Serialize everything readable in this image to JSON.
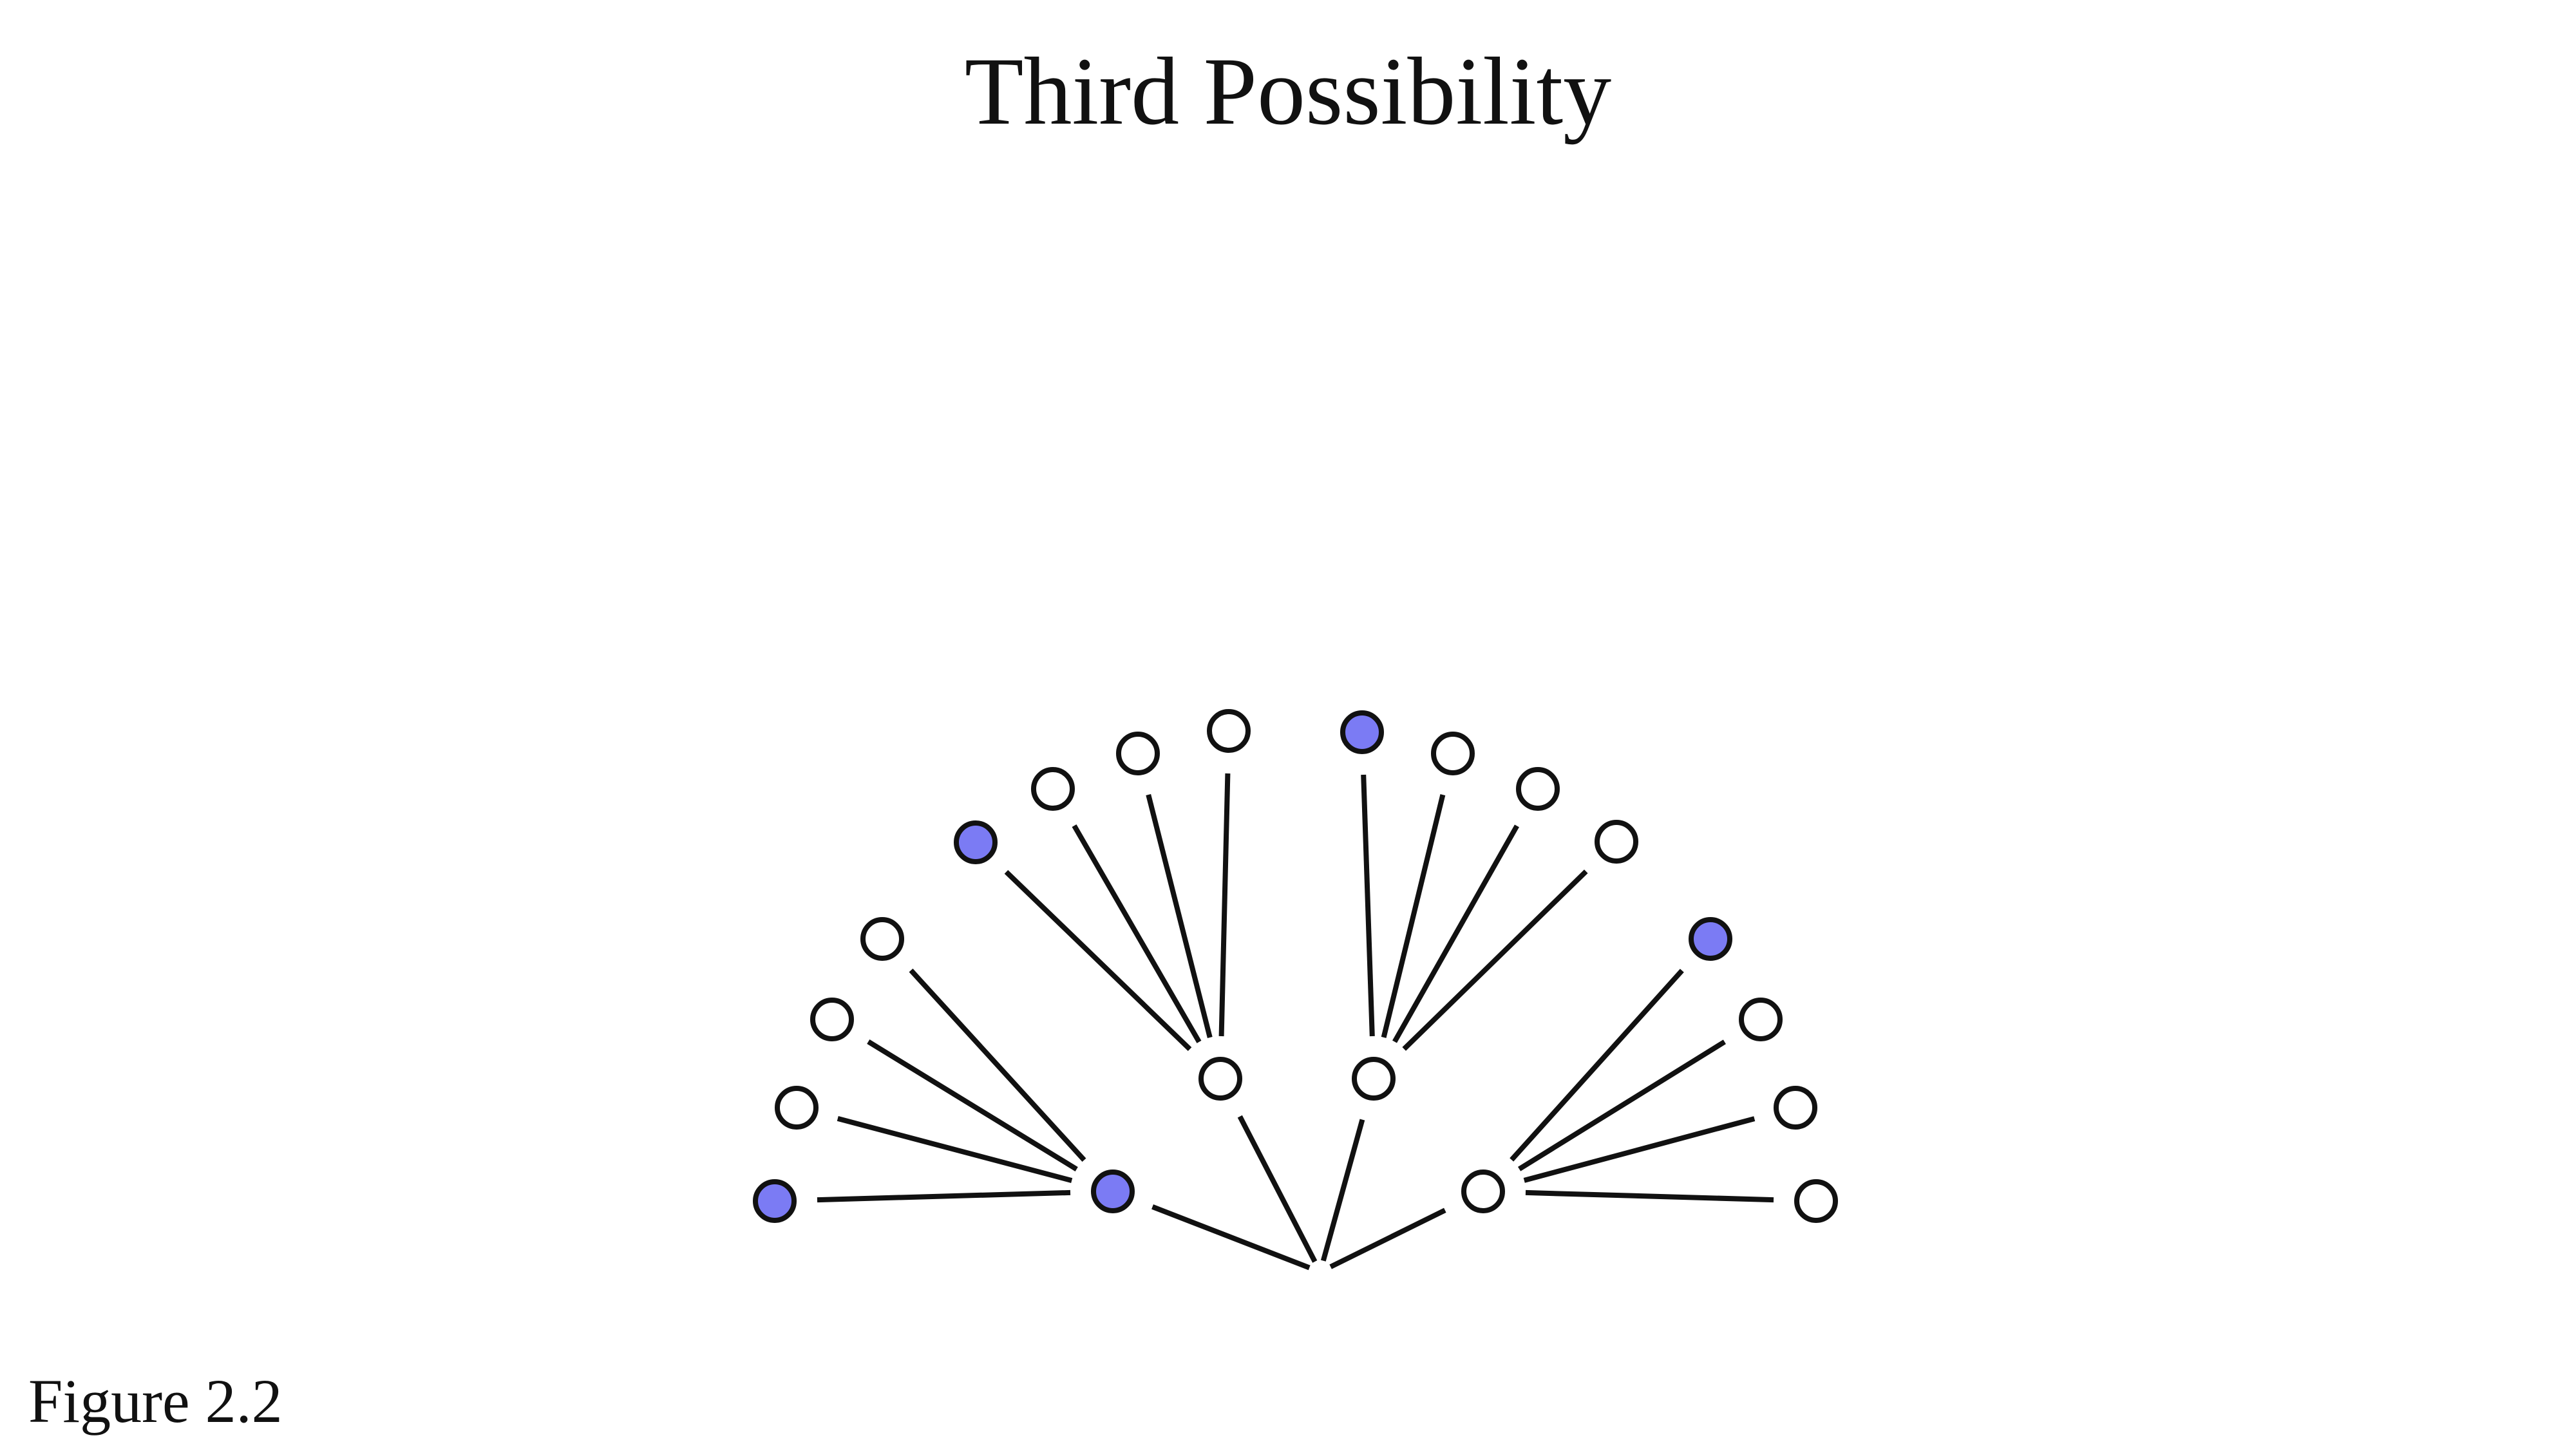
{
  "slide": {
    "title": "Third Possibility",
    "caption": "Figure 2.2"
  },
  "colors": {
    "highlight_node": "#7b7bf4",
    "plain_node": "#ffffff",
    "stroke": "#111111"
  },
  "tree": {
    "root": "root",
    "nodes": [
      {
        "id": "g1",
        "parent": "root",
        "highlighted": true
      },
      {
        "id": "g2",
        "parent": "root",
        "highlighted": false
      },
      {
        "id": "g3",
        "parent": "root",
        "highlighted": false
      },
      {
        "id": "g4",
        "parent": "root",
        "highlighted": false
      },
      {
        "id": "g1-l1",
        "parent": "g1",
        "highlighted": true
      },
      {
        "id": "g1-l2",
        "parent": "g1",
        "highlighted": false
      },
      {
        "id": "g1-l3",
        "parent": "g1",
        "highlighted": false
      },
      {
        "id": "g1-l4",
        "parent": "g1",
        "highlighted": false
      },
      {
        "id": "g2-l1",
        "parent": "g2",
        "highlighted": true
      },
      {
        "id": "g2-l2",
        "parent": "g2",
        "highlighted": false
      },
      {
        "id": "g2-l3",
        "parent": "g2",
        "highlighted": false
      },
      {
        "id": "g2-l4",
        "parent": "g2",
        "highlighted": false
      },
      {
        "id": "g3-l1",
        "parent": "g3",
        "highlighted": true
      },
      {
        "id": "g3-l2",
        "parent": "g3",
        "highlighted": false
      },
      {
        "id": "g3-l3",
        "parent": "g3",
        "highlighted": false
      },
      {
        "id": "g3-l4",
        "parent": "g3",
        "highlighted": false
      },
      {
        "id": "g4-l1",
        "parent": "g4",
        "highlighted": true
      },
      {
        "id": "g4-l2",
        "parent": "g4",
        "highlighted": false
      },
      {
        "id": "g4-l3",
        "parent": "g4",
        "highlighted": false
      },
      {
        "id": "g4-l4",
        "parent": "g4",
        "highlighted": false
      }
    ]
  }
}
